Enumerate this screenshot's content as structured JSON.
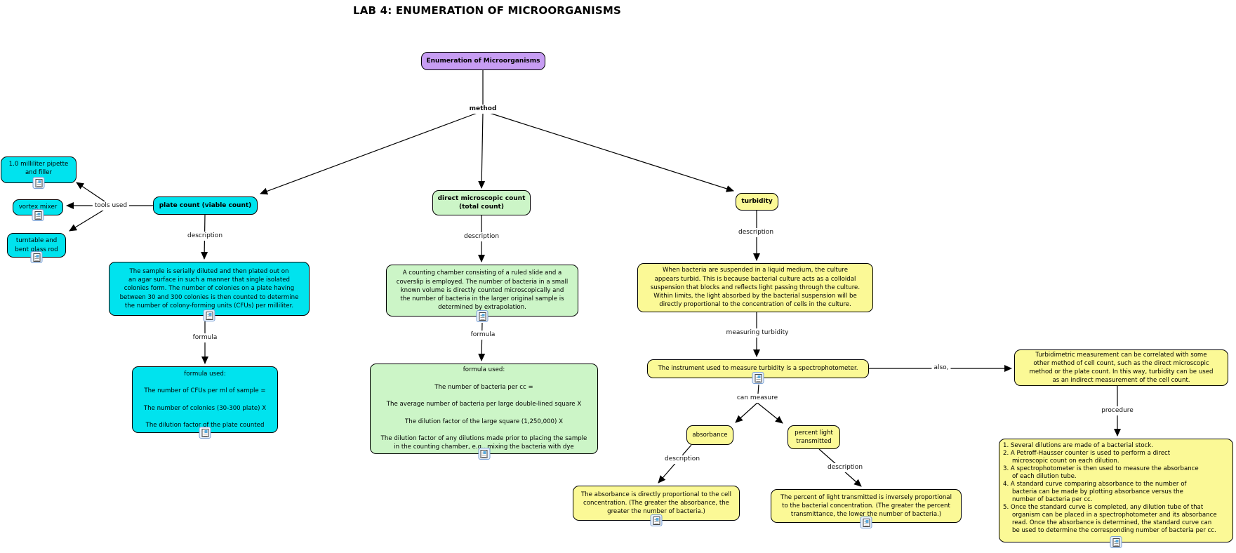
{
  "title": "LAB 4: ENUMERATION OF MICROORGANISMS",
  "root": {
    "label": "Enumeration of Microorganisms"
  },
  "links": {
    "method": "method",
    "tools_used": "tools used",
    "description": "description",
    "formula": "formula",
    "measuring_turbidity": "measuring turbidity",
    "can_measure": "can measure",
    "also": "also,",
    "procedure": "procedure"
  },
  "plate_count": {
    "label": "plate count (viable count)",
    "tools": [
      "1.0 milliliter pipette\nand filler",
      "vortex mixer",
      "turntable and\nbent glass rod"
    ],
    "description": "The sample is serially diluted and then plated out on\nan agar surface in such a manner that single isolated\ncolonies form. The number of colonies on a plate having\nbetween 30 and 300 colonies is then counted to determine\nthe number of colony-forming units (CFUs) per milliliter.",
    "formula": "formula used:\n\nThe number of CFUs per ml of sample =\n\nThe number of colonies (30-300 plate) X\n\nThe dilution factor of the plate counted"
  },
  "direct_count": {
    "label": "direct microscopic count\n(total count)",
    "description": "A counting chamber consisting of a ruled slide and a\ncoverslip is employed. The number of bacteria in a small\nknown volume is directly counted microscopically and\nthe number of bacteria in the larger original sample is\ndetermined by extrapolation.",
    "formula": "formula used:\n\nThe number of bacteria per cc =\n\nThe average number of bacteria per large double-lined square X\n\nThe dilution factor of the large square (1,250,000) X\n\nThe dilution factor of any dilutions made prior to placing the sample\nin the counting chamber, e.g., mixing the bacteria with dye"
  },
  "turbidity": {
    "label": "turbidity",
    "description": "When bacteria are suspended in a liquid medium, the culture\nappears turbid. This is because bacterial culture acts as a colloidal\nsuspension that blocks and reflects light passing through the culture.\nWithin limits, the light absorbed by the bacterial suspension will be\ndirectly proportional to the concentration of cells in the culture.",
    "instrument": "The instrument used to measure turbidity is a spectrophotometer.",
    "correlation": "Turbidimetric measurement can be correlated with some\nother method of cell count, such as the direct microscopic\nmethod or the plate count. In this way, turbidity can be used\nas an indirect measurement of the cell count.",
    "absorbance": {
      "label": "absorbance",
      "description": "The absorbance is directly proportional to the cell\nconcentration. (The greater the absorbance, the\ngreater the number of bacteria.)"
    },
    "percent_light": {
      "label": "percent light\ntransmitted",
      "description": "The percent of light transmitted is inversely proportional\nto the bacterial concentration. (The greater the percent\ntransmittance, the lower the number of bacteria.)"
    },
    "procedure_steps": [
      "1. Several dilutions are made of a bacterial stock.",
      "2. A Petroff-Hausser counter is used to perform a direct\nmicroscopic count on each dilution.",
      "3. A spectrophotometer is then used to measure the absorbance\nof each dilution tube.",
      "4. A standard curve comparing absorbance to the number of\nbacteria can be made by plotting absorbance versus the\nnumber of bacteria per cc.",
      "5. Once the standard curve is completed, any dilution tube of that\norganism can be placed in a spectrophotometer and its absorbance\nread. Once the absorbance is determined, the standard curve can\nbe used to determine the corresponding number of bacteria per cc."
    ]
  },
  "colors": {
    "concept_purple": "#c79df3",
    "plate_cyan": "#00e3ee",
    "direct_green": "#ccf5c7",
    "turbidity_yellow": "#fbf996"
  }
}
